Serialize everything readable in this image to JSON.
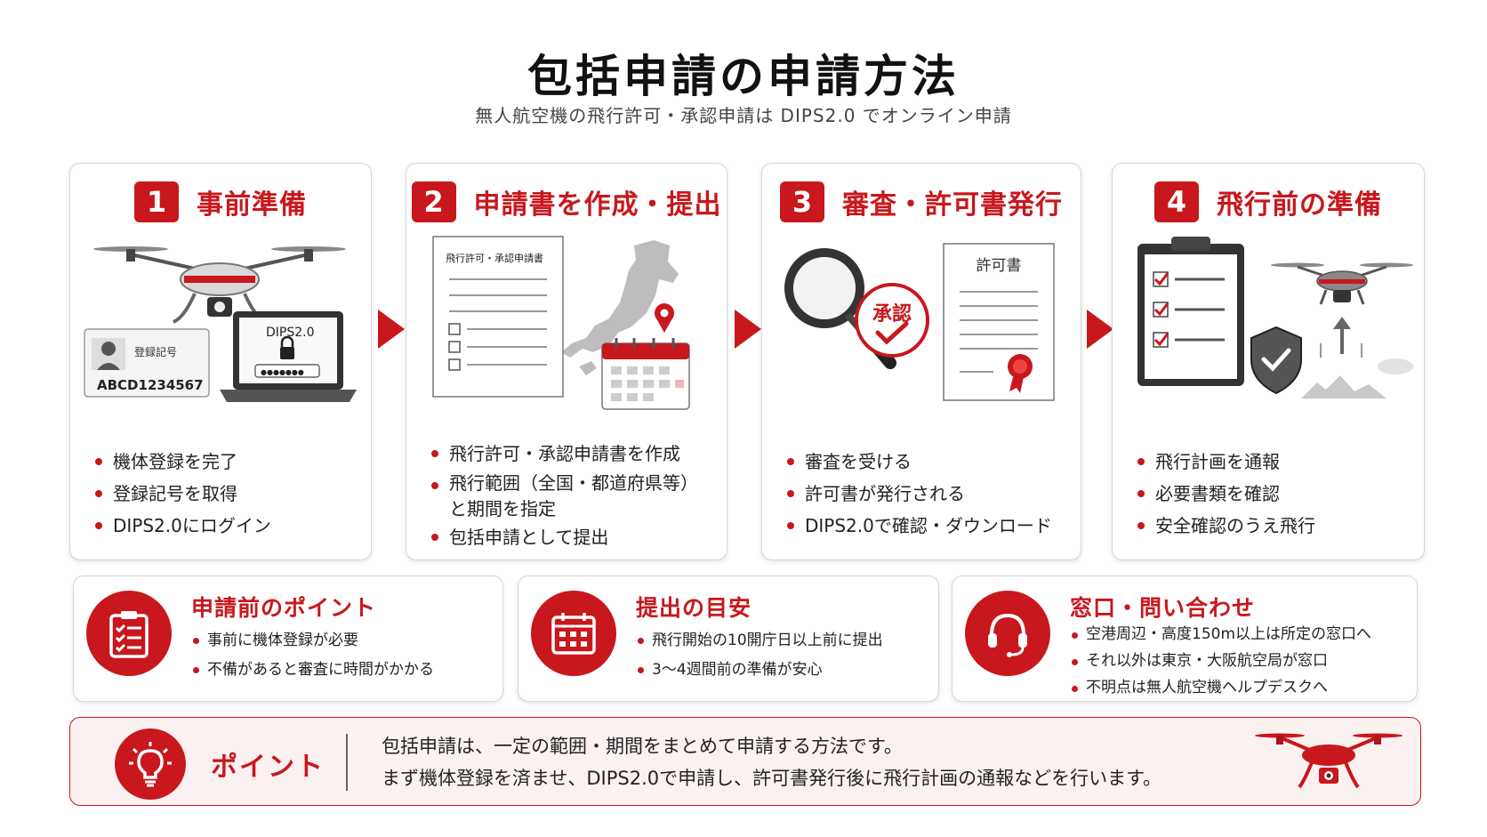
{
  "header": {
    "title": "包括申請の申請方法",
    "subtitle": "無人航空機の飛行許可・承認申請は DIPS2.0 でオンライン申請"
  },
  "steps": [
    {
      "number": "1",
      "title": "事前準備",
      "illustration": {
        "card_label": "登録記号",
        "card_code": "ABCD1234567",
        "laptop_label": "DIPS2.0",
        "password_mask": "●●●●●●●"
      },
      "bullets": [
        "機体登録を完了",
        "登録記号を取得",
        "DIPS2.0にログイン"
      ]
    },
    {
      "number": "2",
      "title": "申請書を作成・提出",
      "illustration": {
        "doc_label": "飛行許可・承認申請書"
      },
      "bullets": [
        "飛行許可・承認申請書を作成",
        "飛行範囲（全国・都道府県等）",
        "と期間を指定",
        "包括申請として提出"
      ]
    },
    {
      "number": "3",
      "title": "審査・許可書発行",
      "illustration": {
        "stamp_label": "承認",
        "doc_label": "許可書"
      },
      "bullets": [
        "審査を受ける",
        "許可書が発行される",
        "DIPS2.0で確認・ダウンロード"
      ]
    },
    {
      "number": "4",
      "title": "飛行前の準備",
      "illustration": {},
      "bullets": [
        "飛行計画を通報",
        "必要書類を確認",
        "安全確認のうえ飛行"
      ]
    }
  ],
  "info_boxes": [
    {
      "icon": "clipboard-checklist-icon",
      "title": "申請前のポイント",
      "items": [
        "事前に機体登録が必要",
        "不備があると審査に時間がかかる"
      ]
    },
    {
      "icon": "calendar-icon",
      "title": "提出の目安",
      "items": [
        "飛行開始の10開庁日以上前に提出",
        "3～4週間前の準備が安心"
      ]
    },
    {
      "icon": "headset-icon",
      "title": "窓口・問い合わせ",
      "items": [
        "空港周辺・高度150m以上は所定の窓口へ",
        "それ以外は東京・大阪航空局が窓口",
        "不明点は無人航空機ヘルプデスクへ"
      ]
    }
  ],
  "point": {
    "label": "ポイント",
    "line1": "包括申請は、一定の範囲・期間をまとめて申請する方法です。",
    "line2": "まず機体登録を済ませ、DIPS2.0で申請し、許可書発行後に飛行計画の通報などを行います。"
  },
  "colors": {
    "accent": "#c8171d",
    "border": "#d6d6d6",
    "point_bg": "#fcf1f1"
  }
}
